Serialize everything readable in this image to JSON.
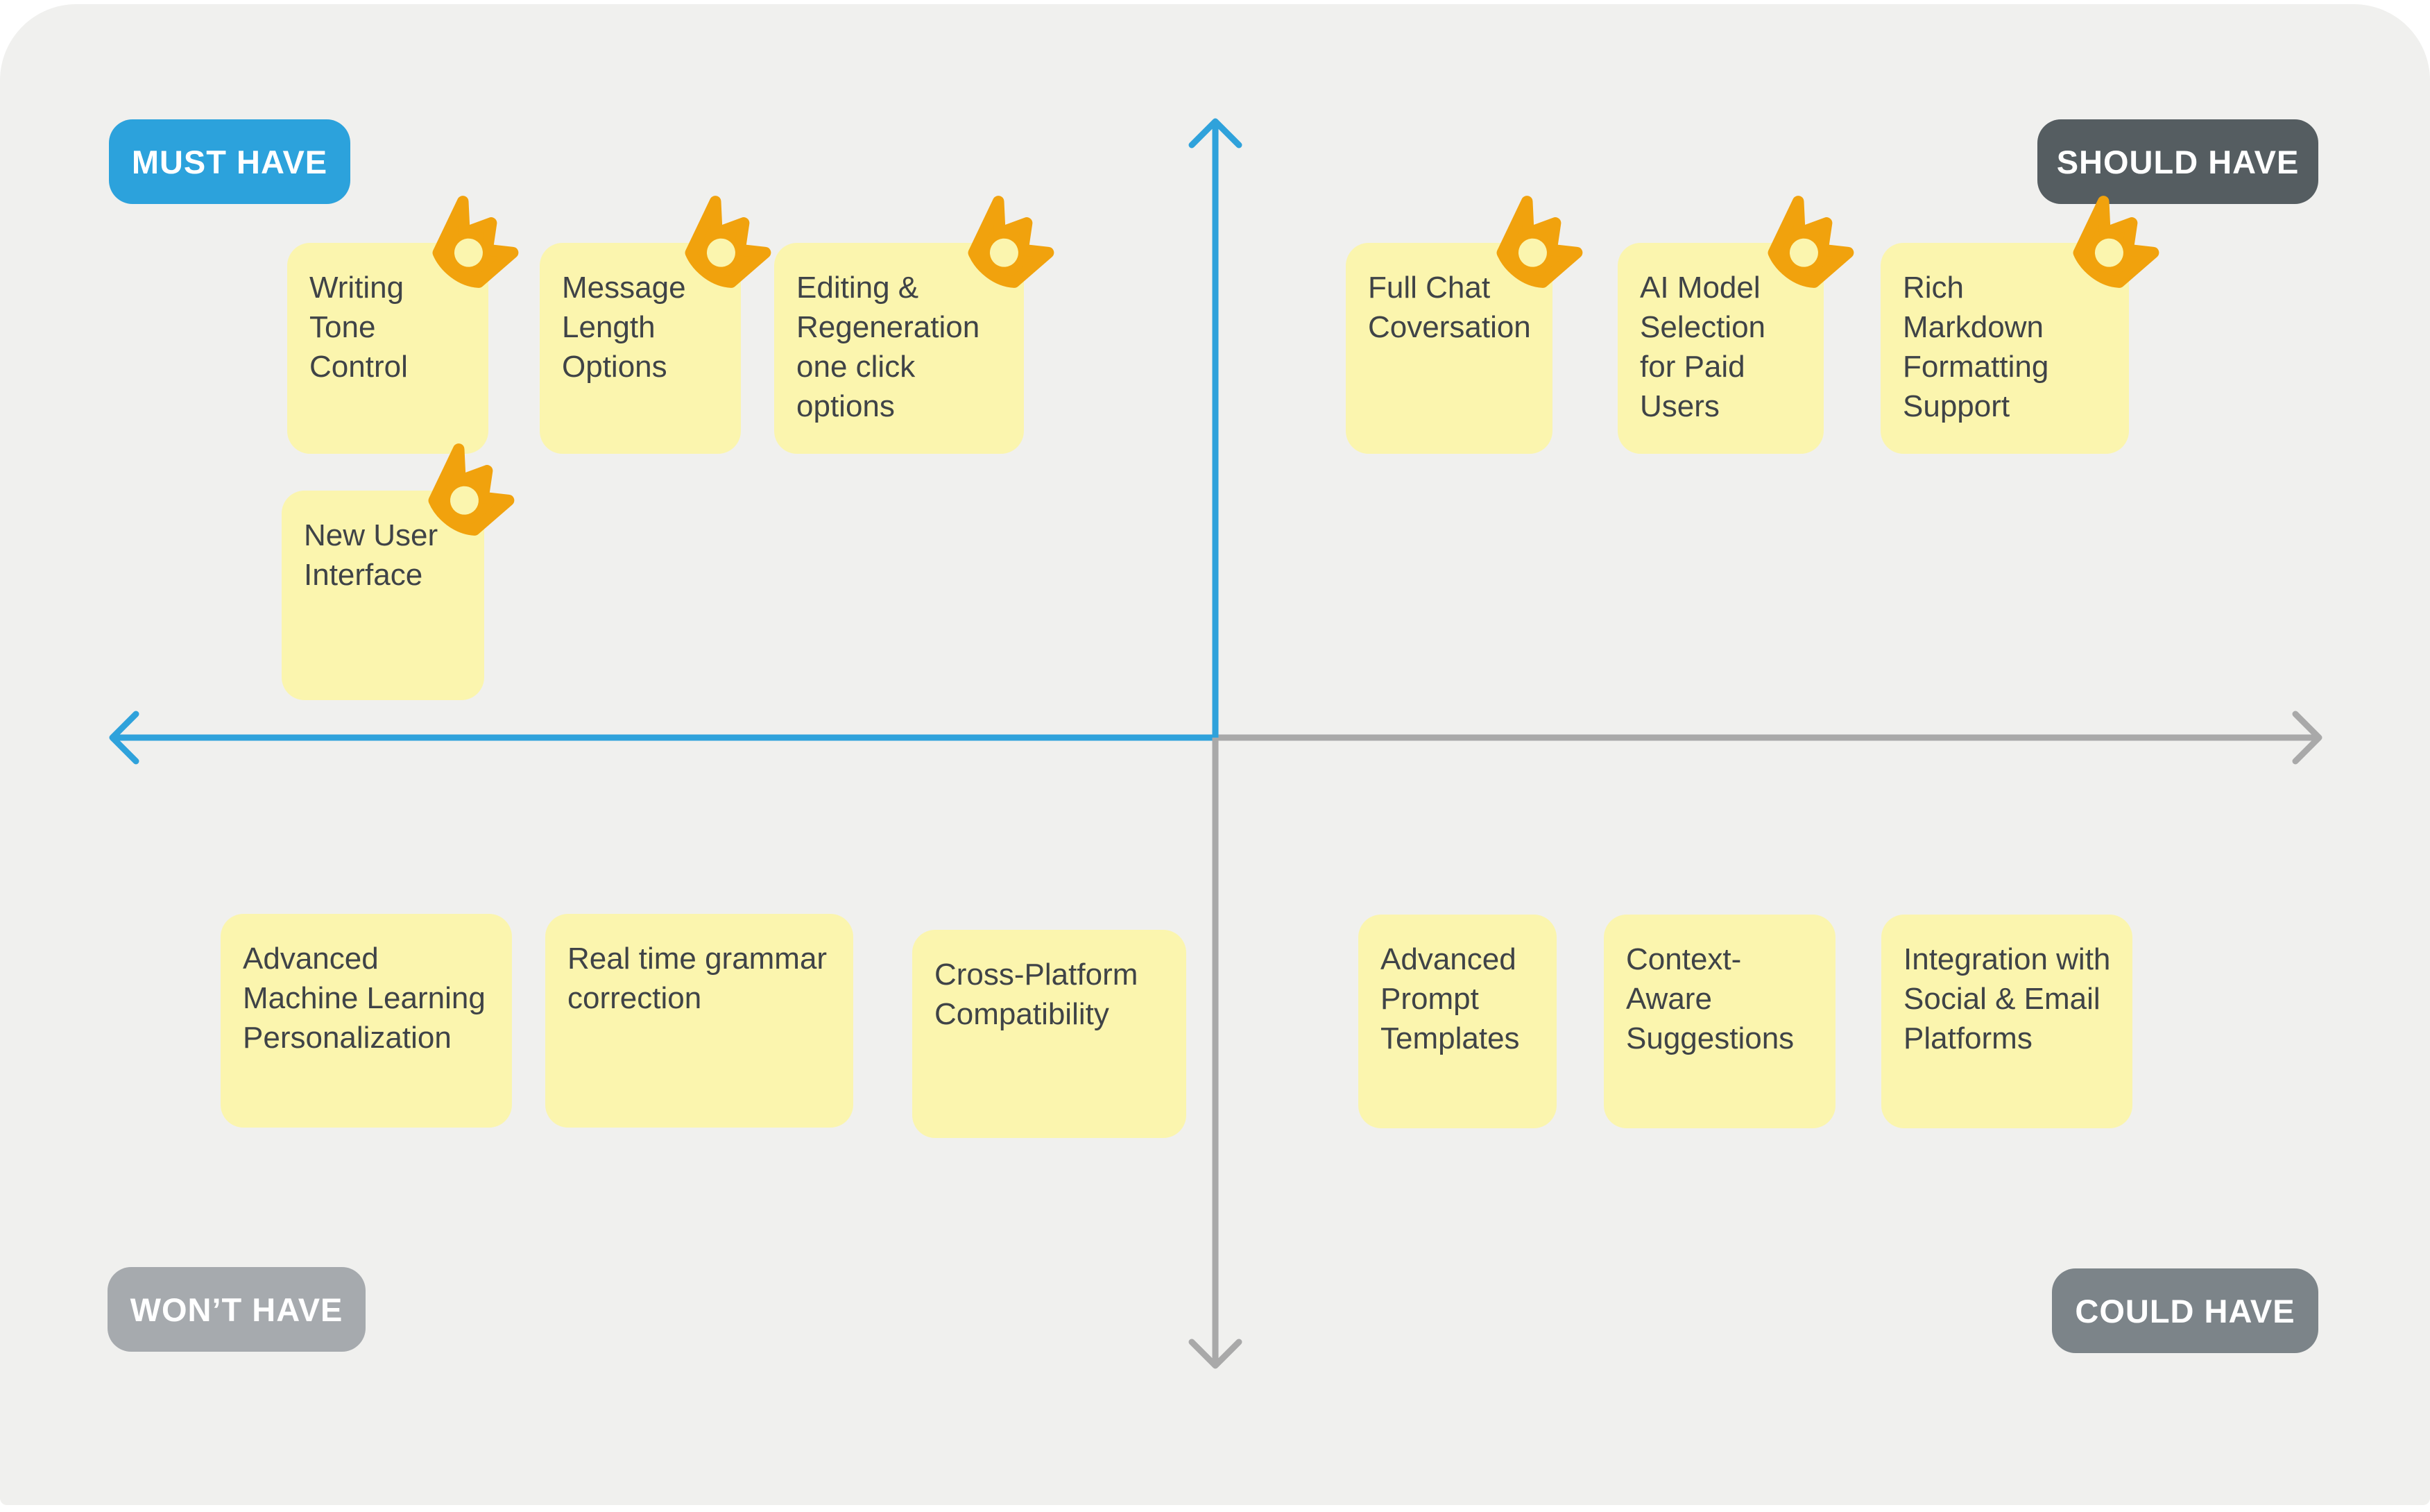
{
  "board": {
    "type": "moscow-prioritization-matrix"
  },
  "quadrants": {
    "must_have": {
      "label": "MUST HAVE",
      "position": "top-left",
      "color": "#2CA2DC"
    },
    "should_have": {
      "label": "SHOULD HAVE",
      "position": "top-right",
      "color": "#555D61"
    },
    "wont_have": {
      "label": "WON’T HAVE",
      "position": "bottom-left",
      "color": "#A6AAAE"
    },
    "could_have": {
      "label": "COULD HAVE",
      "position": "bottom-right",
      "color": "#7C8489"
    }
  },
  "notes": {
    "must_have": [
      {
        "text": "Writing Tone Control",
        "pinned": true
      },
      {
        "text": "Message Length Options",
        "pinned": true
      },
      {
        "text": "Editing & Regeneration one click options",
        "pinned": true
      },
      {
        "text": "New User Interface",
        "pinned": true
      }
    ],
    "should_have": [
      {
        "text": "Full Chat Coversation",
        "pinned": true
      },
      {
        "text": "AI Model Selection for Paid Users",
        "pinned": true
      },
      {
        "text": "Rich Markdown Formatting Support",
        "pinned": true
      }
    ],
    "wont_have": [
      {
        "text": "Advanced Machine Learning Personalization",
        "pinned": false
      },
      {
        "text": "Real time grammar correction",
        "pinned": false
      },
      {
        "text": "Cross-Platform Compatibility",
        "pinned": false
      }
    ],
    "could_have": [
      {
        "text": "Advanced Prompt Templates",
        "pinned": false
      },
      {
        "text": "Context-Aware Suggestions",
        "pinned": false
      },
      {
        "text": "Integration with Social & Email Platforms",
        "pinned": false
      }
    ]
  },
  "icons": {
    "pin": "crown-pin-icon"
  },
  "colors": {
    "canvas_background": "#F0F0EE",
    "note_background": "#FBF5AE",
    "note_text": "#3F4347",
    "pin_orange": "#F1A20D",
    "axis_blue": "#2FA2DB",
    "axis_gray": "#A9A9A9"
  }
}
